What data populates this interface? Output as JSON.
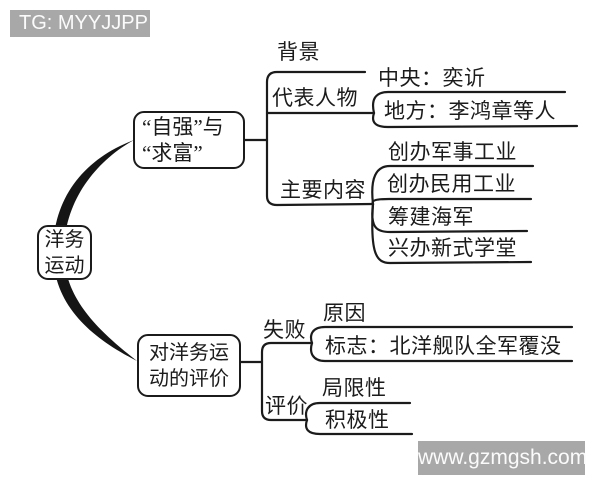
{
  "watermarks": {
    "top_left": "TG: MYYJJPP",
    "bottom_right": "www.gzmgsh.com"
  },
  "colors": {
    "background": "#ffffff",
    "line": "#1b1b1b",
    "badge_bg": "#a8a8a8",
    "badge_text": "#fbfbfb"
  },
  "mindmap": {
    "root": {
      "line1": "洋务",
      "line2": "运动"
    },
    "slogan_node": {
      "line1": "“自强”与",
      "line2": "“求富”"
    },
    "background_label": "背景",
    "representatives": {
      "label": "代表人物",
      "central": "中央：奕䜣",
      "local": "地方：李鸿章等人"
    },
    "main_content": {
      "label": "主要内容",
      "items": [
        "创办军事工业",
        "创办民用工业",
        "筹建海军",
        "兴办新式学堂"
      ]
    },
    "evaluation_node": {
      "line1": "对洋务运",
      "line2": "动的评价"
    },
    "failure": {
      "label": "失败",
      "reason": "原因",
      "sign": "标志：北洋舰队全军覆没"
    },
    "evaluation": {
      "label": "评价",
      "limitation": "局限性",
      "positive": "积极性"
    }
  }
}
